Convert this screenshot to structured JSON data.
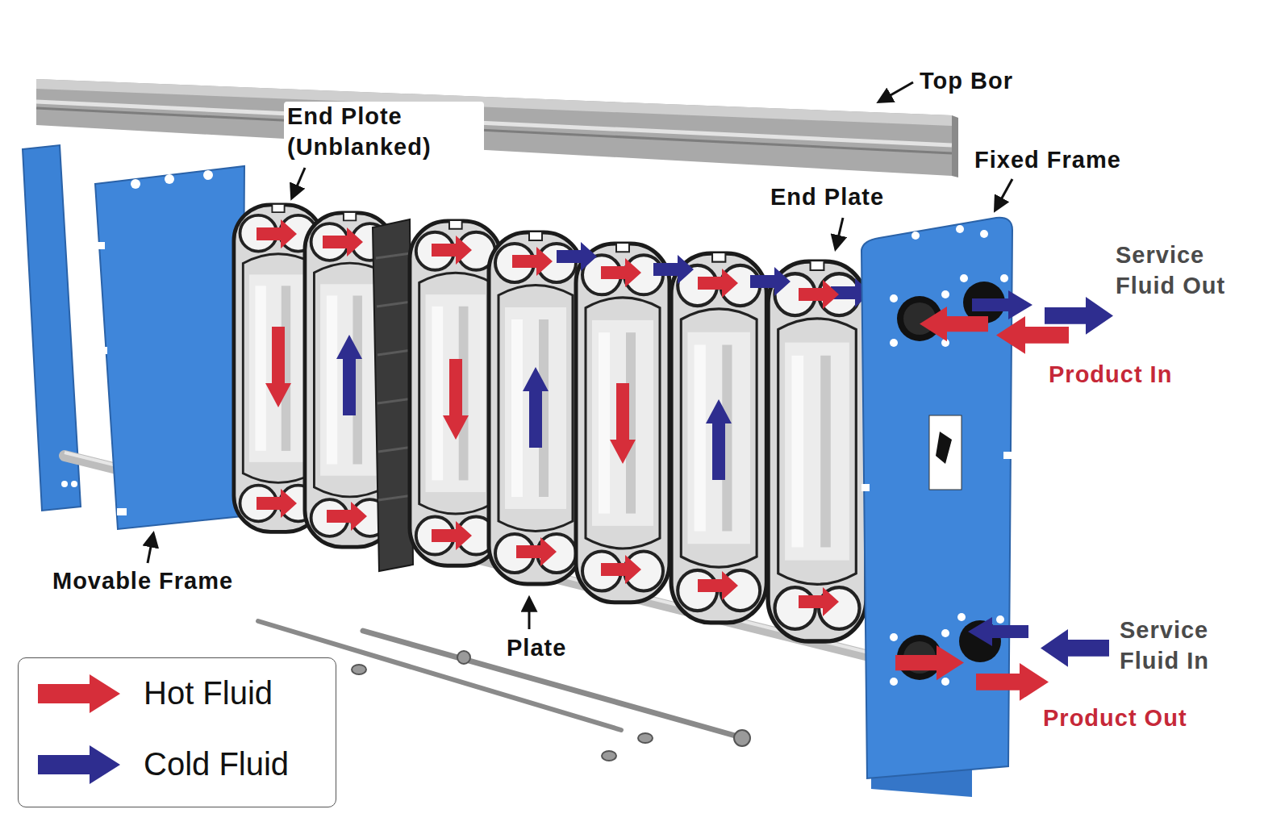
{
  "diagram": {
    "labels": [
      "Top Bor",
      "End Plote (Unblanked)",
      "Fixed Frame",
      "End Plate",
      "Service Fluid Out",
      "Product In",
      "Movable Frame",
      "Plate",
      "Service Fluid In",
      "Product Out"
    ],
    "legend": [
      {
        "text": "Hot Fluid",
        "color": "#d62e3a"
      },
      {
        "text": "Cold Fluid",
        "color": "#2e2d8f"
      }
    ]
  }
}
